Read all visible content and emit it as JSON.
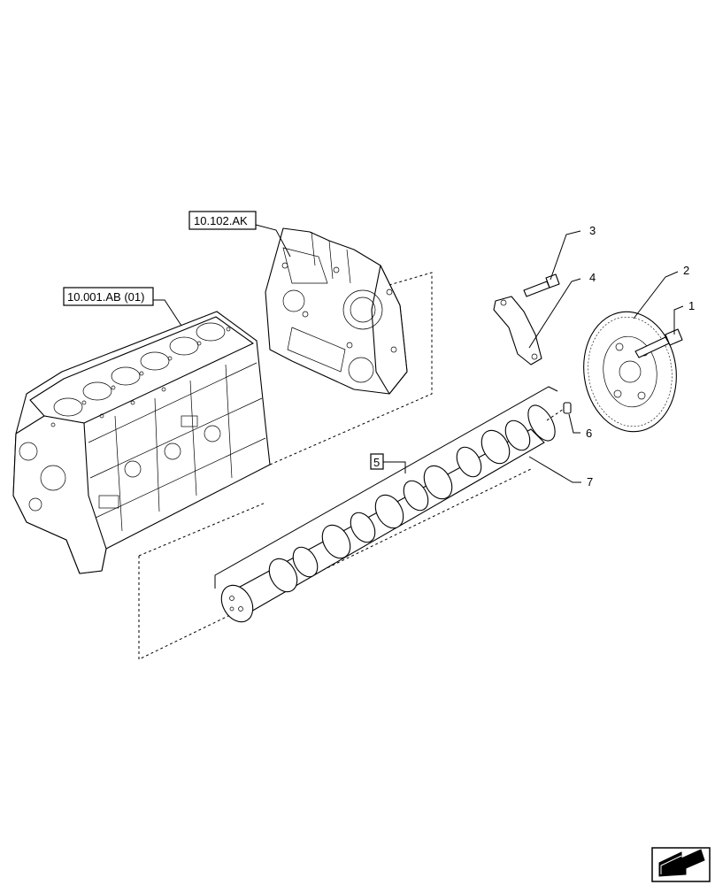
{
  "references": {
    "engine_block": "10.001.AB (01)",
    "timing_cover": "10.102.AK"
  },
  "callouts": {
    "c1": "1",
    "c2": "2",
    "c3": "3",
    "c4": "4",
    "c5": "5",
    "c6": "6",
    "c7": "7"
  },
  "icons": {
    "navigation": "next-page-arrow-icon"
  }
}
